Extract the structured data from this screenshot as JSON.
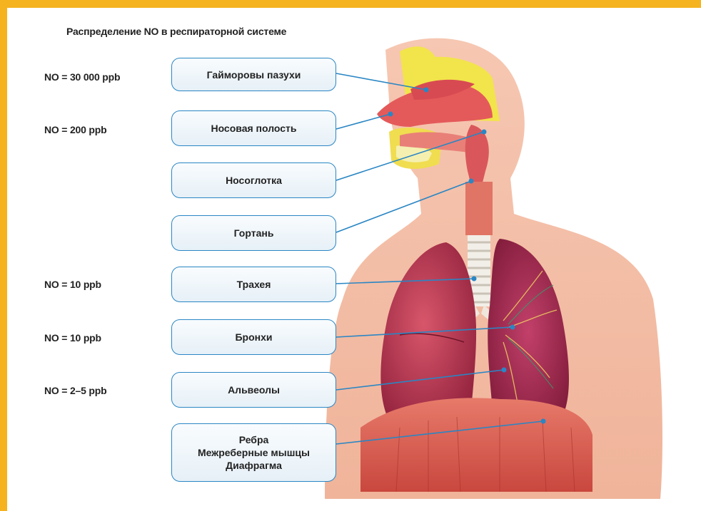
{
  "title": "Распределение NO в респираторной системе",
  "structures": [
    {
      "label": "Гайморовы пазухи",
      "no": "NO = 30 000 ppb"
    },
    {
      "label": "Носовая полость",
      "no": "NO = 200 ppb"
    },
    {
      "label": "Носоглотка",
      "no": ""
    },
    {
      "label": "Гортань",
      "no": ""
    },
    {
      "label": "Трахея",
      "no": "NO = 10 ppb"
    },
    {
      "label": "Бронхи",
      "no": "NO = 10 ppb"
    },
    {
      "label": "Альвеолы",
      "no": "NO = 2–5 ppb"
    },
    {
      "label_lines": [
        "Ребра",
        "Межреберные мышцы",
        "Диафрагма"
      ],
      "no": ""
    }
  ],
  "colors": {
    "frame": "#f5b320",
    "box_border": "#2a86c4",
    "leader": "#2a86c4"
  }
}
